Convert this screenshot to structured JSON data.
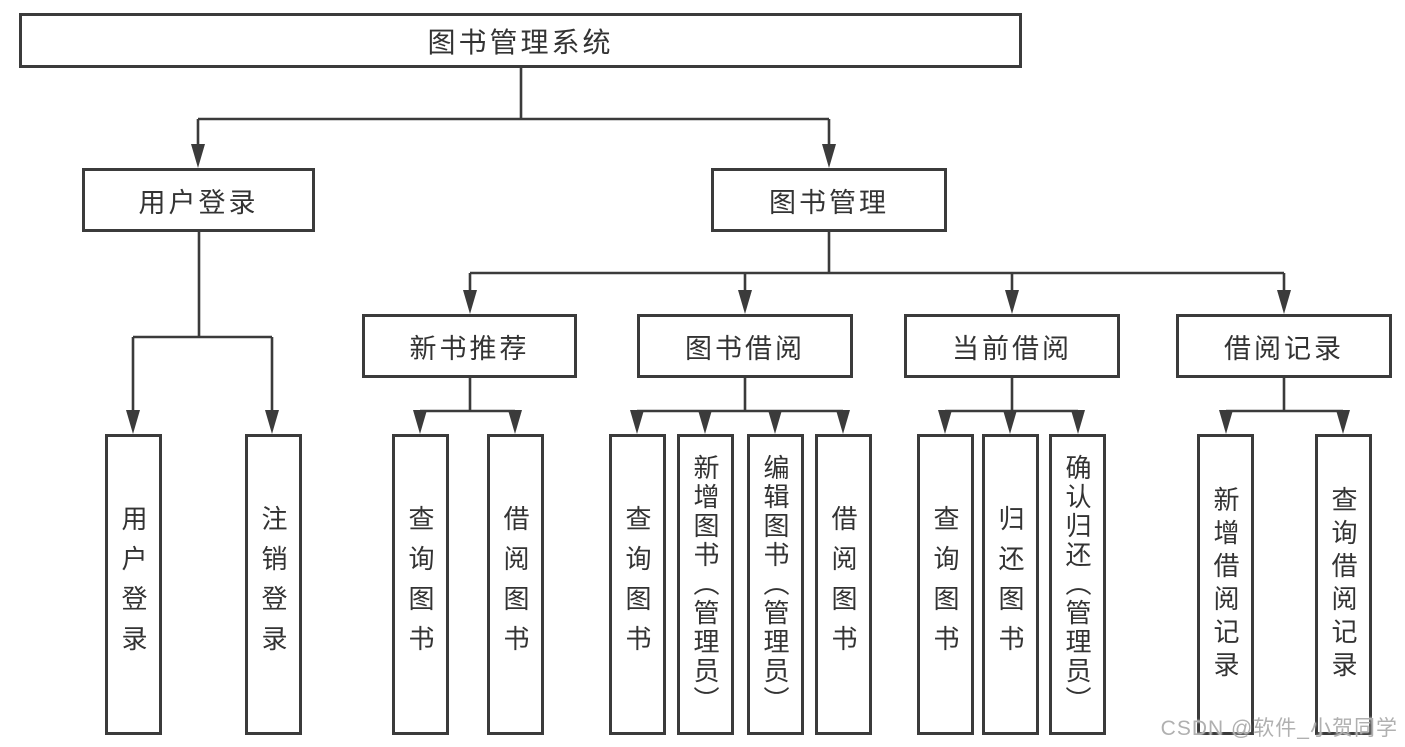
{
  "diagram": {
    "type": "hierarchy-tree",
    "line_color": "#3b3b3b",
    "box_border_color": "#3b3b3b",
    "text_color": "#333333",
    "background_color": "#ffffff"
  },
  "tree": {
    "root": "图书管理系统",
    "children": [
      {
        "label": "用户登录",
        "children": [
          {
            "label": "用户登录"
          },
          {
            "label": "注销登录"
          }
        ]
      },
      {
        "label": "图书管理",
        "children": [
          {
            "label": "新书推荐",
            "children": [
              {
                "label": "查询图书"
              },
              {
                "label": "借阅图书"
              }
            ]
          },
          {
            "label": "图书借阅",
            "children": [
              {
                "label": "查询图书"
              },
              {
                "label": "新增图书（管理员）"
              },
              {
                "label": "编辑图书（管理员）"
              },
              {
                "label": "借阅图书"
              }
            ]
          },
          {
            "label": "当前借阅",
            "children": [
              {
                "label": "查询图书"
              },
              {
                "label": "归还图书"
              },
              {
                "label": "确认归还（管理员）"
              }
            ]
          },
          {
            "label": "借阅记录",
            "children": [
              {
                "label": "新增借阅记录"
              },
              {
                "label": "查询借阅记录"
              }
            ]
          }
        ]
      }
    ]
  },
  "watermark": {
    "text": "CSDN @软件_小贺同学",
    "color": "#b0b0b0"
  }
}
